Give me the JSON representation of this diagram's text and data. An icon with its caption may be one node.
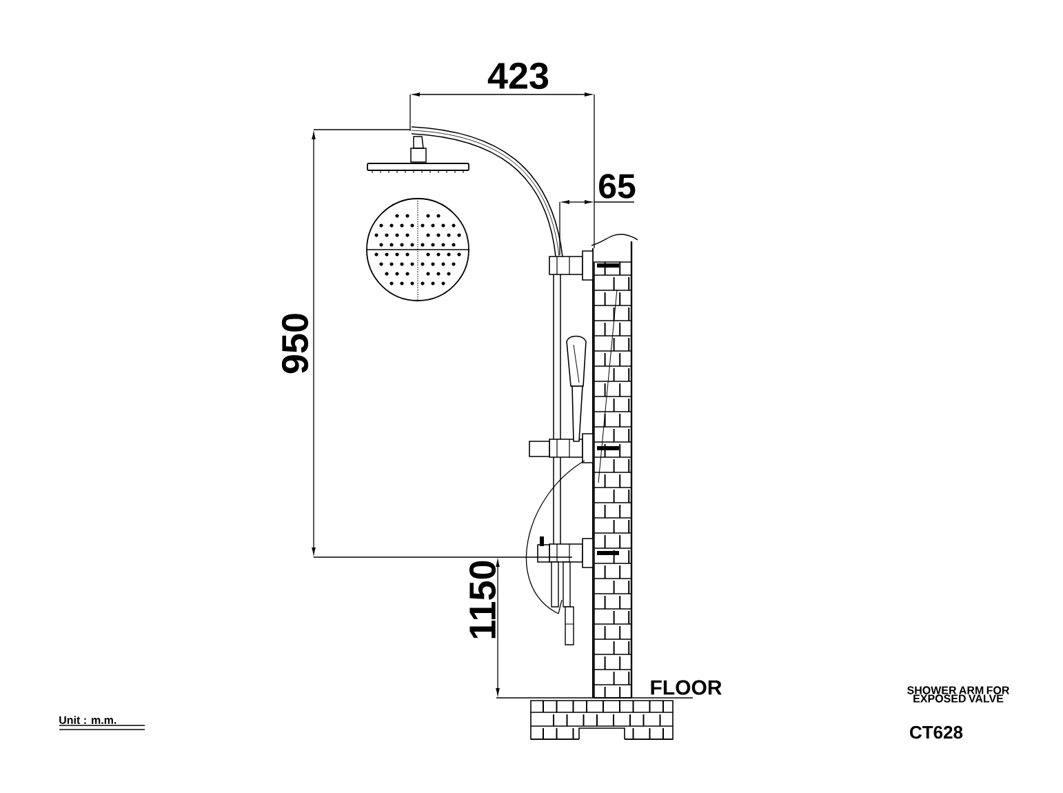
{
  "diagram": {
    "labels": [
      "423",
      "65",
      "950",
      "1150",
      "FLOOR",
      "SHOWER ARM FOR EXPOSED VALVE",
      "CT628",
      "Unit : m.m."
    ]
  }
}
